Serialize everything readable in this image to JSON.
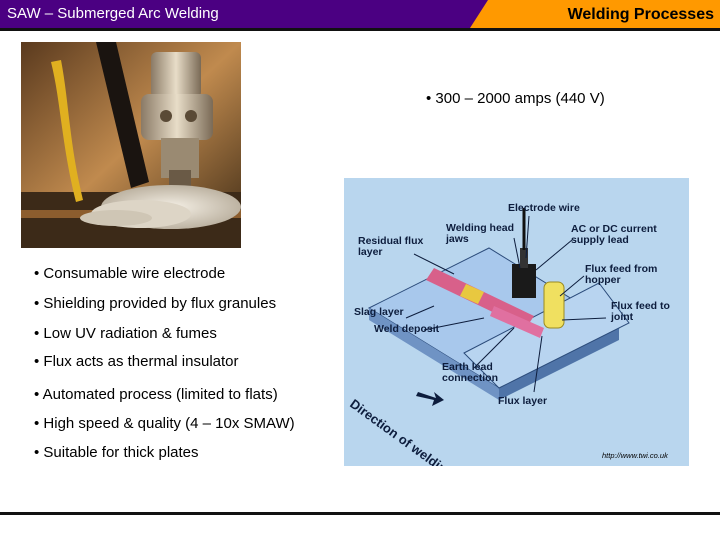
{
  "header": {
    "title": "SAW – Submerged Arc Welding",
    "section": "Welding Processes"
  },
  "top_bullet": "• 300 – 2000 amps (440 V)",
  "bullets": [
    "• Consumable wire electrode",
    "• Shielding provided by flux granules",
    "• Low UV radiation & fumes",
    "• Flux acts as thermal insulator",
    "• Automated process (limited to flats)",
    "• High speed & quality (4 – 10x SMAW)",
    "• Suitable for thick plates"
  ],
  "diagram": {
    "labels": {
      "electrode_wire": "Electrode wire",
      "welding_head": "Welding head jaws",
      "ac_dc": "AC or DC current supply lead",
      "residual_flux": "Residual flux layer",
      "flux_feed_hopper": "Flux feed from hopper",
      "slag_layer": "Slag layer",
      "flux_feed_joint": "Flux feed to joint",
      "weld_deposit": "Weld deposit",
      "earth_lead": "Earth lead connection",
      "flux_layer": "Flux layer",
      "direction": "Direction of welding"
    },
    "source": "http://www.twi.co.uk"
  }
}
